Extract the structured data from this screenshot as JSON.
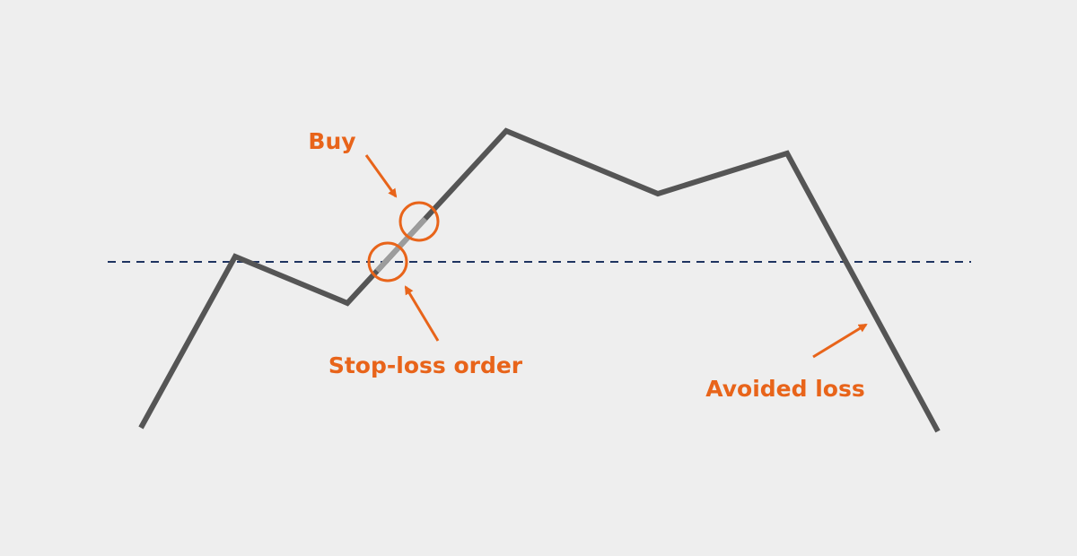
{
  "colors": {
    "background": "#eeeeee",
    "price_line": "#555555",
    "highlight_segment": "#9c9c9c",
    "threshold_line": "#1f3461",
    "accent": "#e8641a"
  },
  "annotations": {
    "buy": "Buy",
    "stop_loss": "Stop-loss order",
    "avoided_loss": "Avoided loss"
  }
}
